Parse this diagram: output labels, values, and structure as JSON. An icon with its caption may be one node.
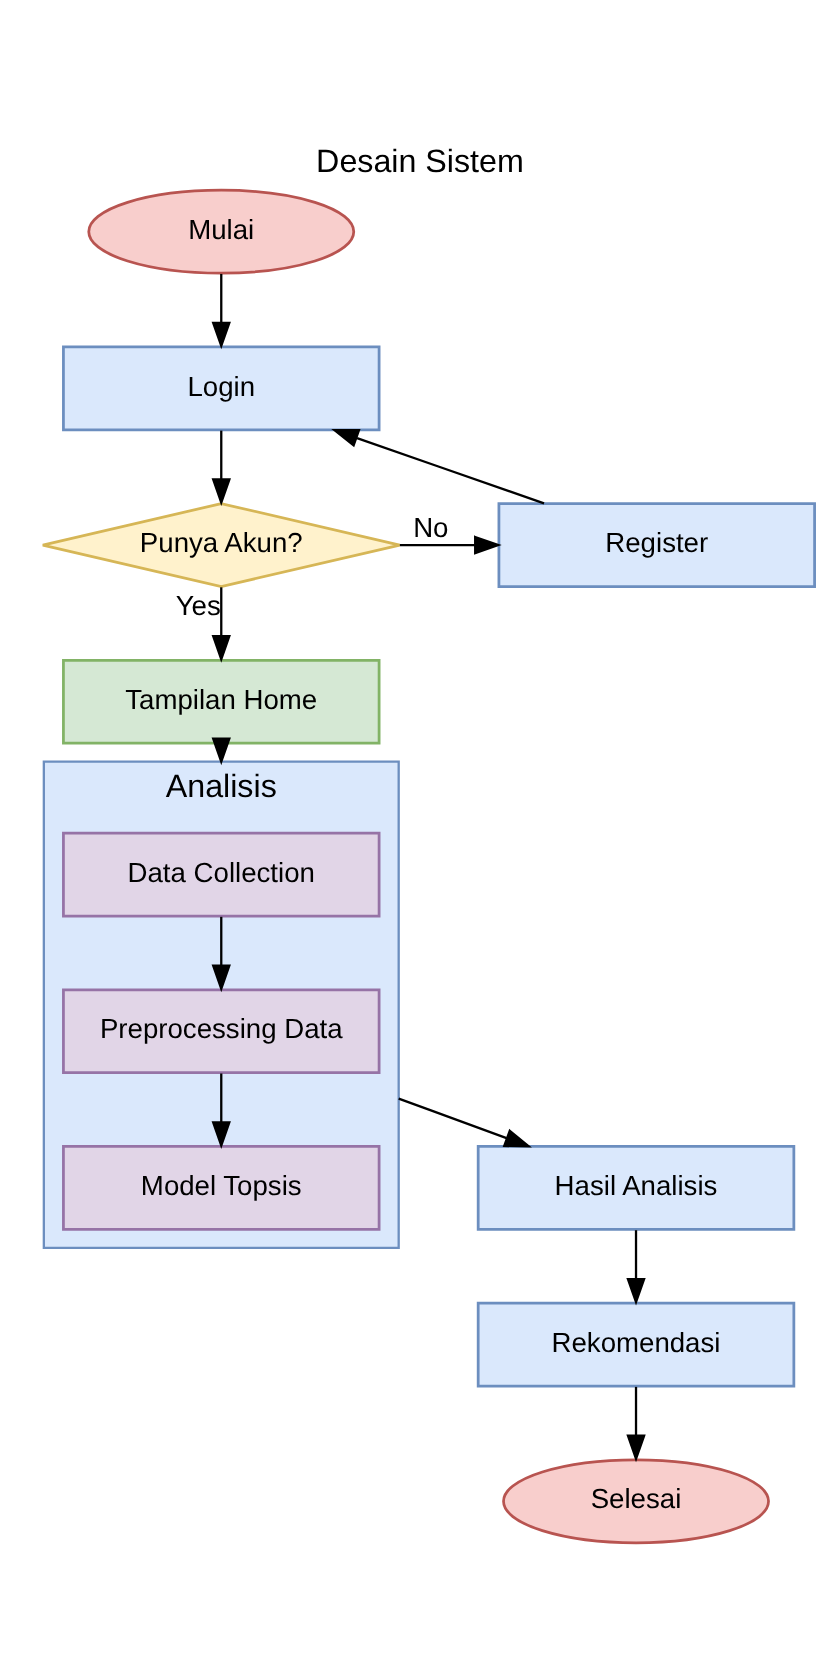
{
  "diagram": {
    "title": "Desain Sistem",
    "nodes": [
      {
        "text": [
          "Mulai"
        ]
      },
      {
        "text": [
          "Login"
        ]
      },
      {
        "text": [
          "Punya Akun?"
        ]
      },
      {
        "text": [
          "Register"
        ]
      },
      {
        "text": [
          "Tampilan Home"
        ]
      },
      {
        "text": [
          "Analisis"
        ]
      },
      {
        "text": [
          "Data Collection"
        ],
        "in": 5
      },
      {
        "text": [
          "Preprocessing Data"
        ],
        "in": 5
      },
      {
        "text": [
          "Model Topsis"
        ],
        "in": 5
      },
      {
        "text": [
          "Hasil Analisis"
        ]
      },
      {
        "text": [
          "Rekomendasi"
        ]
      },
      {
        "text": [
          "Selesai"
        ]
      }
    ],
    "edges": [
      {
        "from": 0,
        "to": 1,
        "arrow": "to"
      },
      {
        "from": 1,
        "to": 2,
        "arrow": "to"
      },
      {
        "from": 2,
        "to": 3,
        "arrow": "to",
        "label": "No"
      },
      {
        "from": 3,
        "to": 1,
        "arrow": "to"
      },
      {
        "from": 2,
        "to": 4,
        "arrow": "to",
        "label": "Yes"
      },
      {
        "from": 4,
        "to": 5,
        "arrow": "to"
      },
      {
        "from": 6,
        "to": 7,
        "arrow": "to"
      },
      {
        "from": 7,
        "to": 8,
        "arrow": "to"
      },
      {
        "from": 5,
        "to": 9,
        "arrow": "to"
      },
      {
        "from": 9,
        "to": 10,
        "arrow": "to"
      },
      {
        "from": 10,
        "to": 11,
        "arrow": "to"
      }
    ]
  }
}
